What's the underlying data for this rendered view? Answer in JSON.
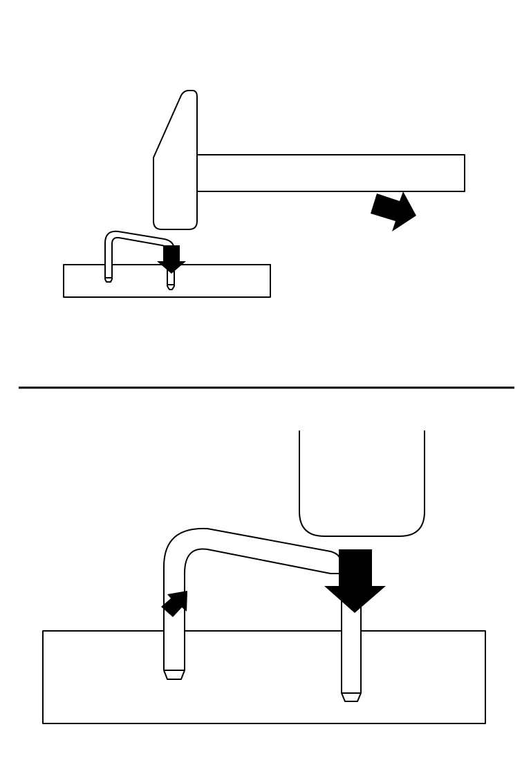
{
  "diagram": {
    "panels": [
      {
        "name": "overview",
        "parts": [
          "hammer-head",
          "hammer-handle",
          "lever-arrow",
          "staple",
          "board",
          "strike-arrow"
        ]
      },
      {
        "name": "detail",
        "parts": [
          "hammer-head",
          "staple",
          "board",
          "strike-arrow",
          "lift-arrow"
        ]
      }
    ]
  },
  "colors": {
    "stroke": "#000000",
    "fill": "#ffffff",
    "arrow": "#000000"
  }
}
